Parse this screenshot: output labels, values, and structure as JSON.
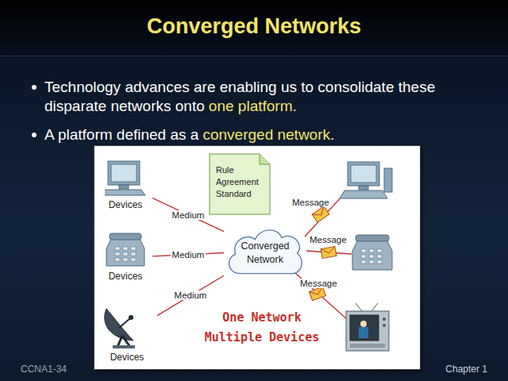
{
  "diagram": {
    "title": "Converged Networks",
    "nodes": [
      {
        "text": [
          "Rule Agreement Standard"
        ]
      },
      {
        "text": [
          "Devices"
        ]
      },
      {
        "text": [
          "Devices"
        ]
      },
      {
        "text": [
          "Converged Network"
        ]
      },
      {
        "text": [
          "Devices"
        ]
      }
    ],
    "edges": [
      {
        "from": 1,
        "to": 3,
        "label": "Medium",
        "arrow": "none"
      },
      {
        "from": 2,
        "to": 3,
        "label": "Medium",
        "arrow": "none"
      },
      {
        "from": 4,
        "to": 3,
        "label": "Medium",
        "arrow": "none"
      }
    ],
    "labels": [
      "Technology advances are enabling us to consolidate these disparate networks onto",
      "one platform",
      ".",
      "A platform defined as a",
      "converged network",
      ".",
      "Message",
      "Message",
      "Message",
      "One Network Multiple Devices",
      "CCNA1-34",
      "Chapter 1"
    ]
  }
}
